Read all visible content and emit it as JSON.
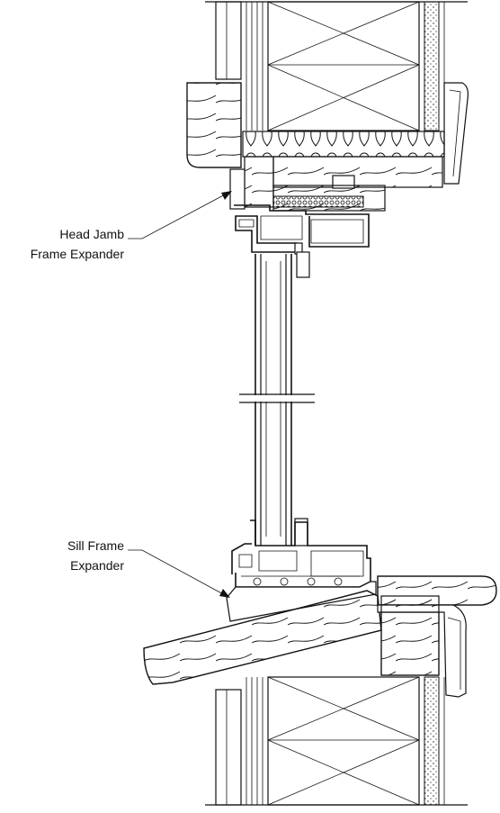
{
  "labels": {
    "head_jamb": [
      "Head Jamb",
      "Frame Expander"
    ],
    "sill": [
      "Sill Frame",
      "Expander"
    ]
  }
}
